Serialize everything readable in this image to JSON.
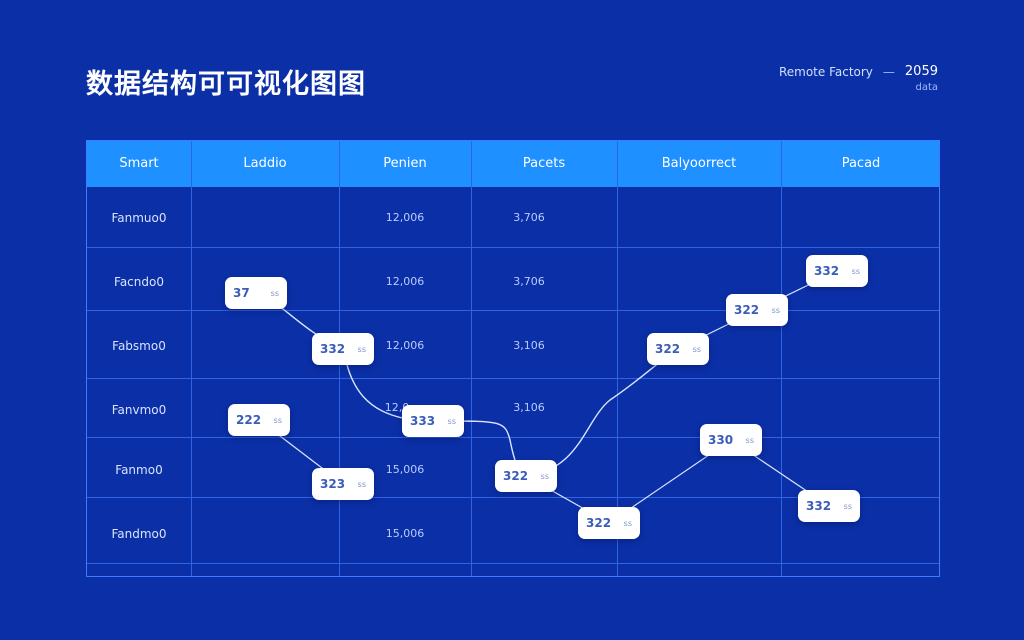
{
  "title": "数据结构可可视化图图",
  "meta": {
    "label": "Remote Factory",
    "dash": "—",
    "year": "2059",
    "sub": "data"
  },
  "columns": [
    "Smart",
    "Laddio",
    "Penien",
    "Pacets",
    "Balyoorrect",
    "Pacad"
  ],
  "rows": [
    {
      "label": "Fanmuo0",
      "c2": "12,006",
      "c3": "3,706"
    },
    {
      "label": "Facndo0",
      "c2": "12,006",
      "c3": "3,706"
    },
    {
      "label": "Fabsmo0",
      "c2": "12,006",
      "c3": "3,106"
    },
    {
      "label": "Fanvmo0",
      "c2": "12,0",
      "c3": "3,106"
    },
    {
      "label": "Fanmo0",
      "c2": "15,006",
      "c3": ""
    },
    {
      "label": "Fandmo0",
      "c2": "15,006",
      "c3": ""
    }
  ],
  "nodes": [
    {
      "id": "n1",
      "value": "37",
      "label": "ss"
    },
    {
      "id": "n2",
      "value": "332",
      "label": "ss"
    },
    {
      "id": "n3",
      "value": "222",
      "label": "ss"
    },
    {
      "id": "n4",
      "value": "333",
      "label": "ss"
    },
    {
      "id": "n5",
      "value": "323",
      "label": "ss"
    },
    {
      "id": "n6",
      "value": "322",
      "label": "ss"
    },
    {
      "id": "n7",
      "value": "322",
      "label": "ss"
    },
    {
      "id": "n8",
      "value": "322",
      "label": "ss"
    },
    {
      "id": "n9",
      "value": "322",
      "label": "ss"
    },
    {
      "id": "n10",
      "value": "332",
      "label": "ss"
    },
    {
      "id": "n11",
      "value": "330",
      "label": "ss"
    },
    {
      "id": "n12",
      "value": "332",
      "label": "ss"
    }
  ],
  "colors": {
    "background": "#0b2fa6",
    "header": "#1e90ff",
    "grid": "#2f64e6",
    "node": "#ffffff",
    "link": "#d9e6ff"
  }
}
